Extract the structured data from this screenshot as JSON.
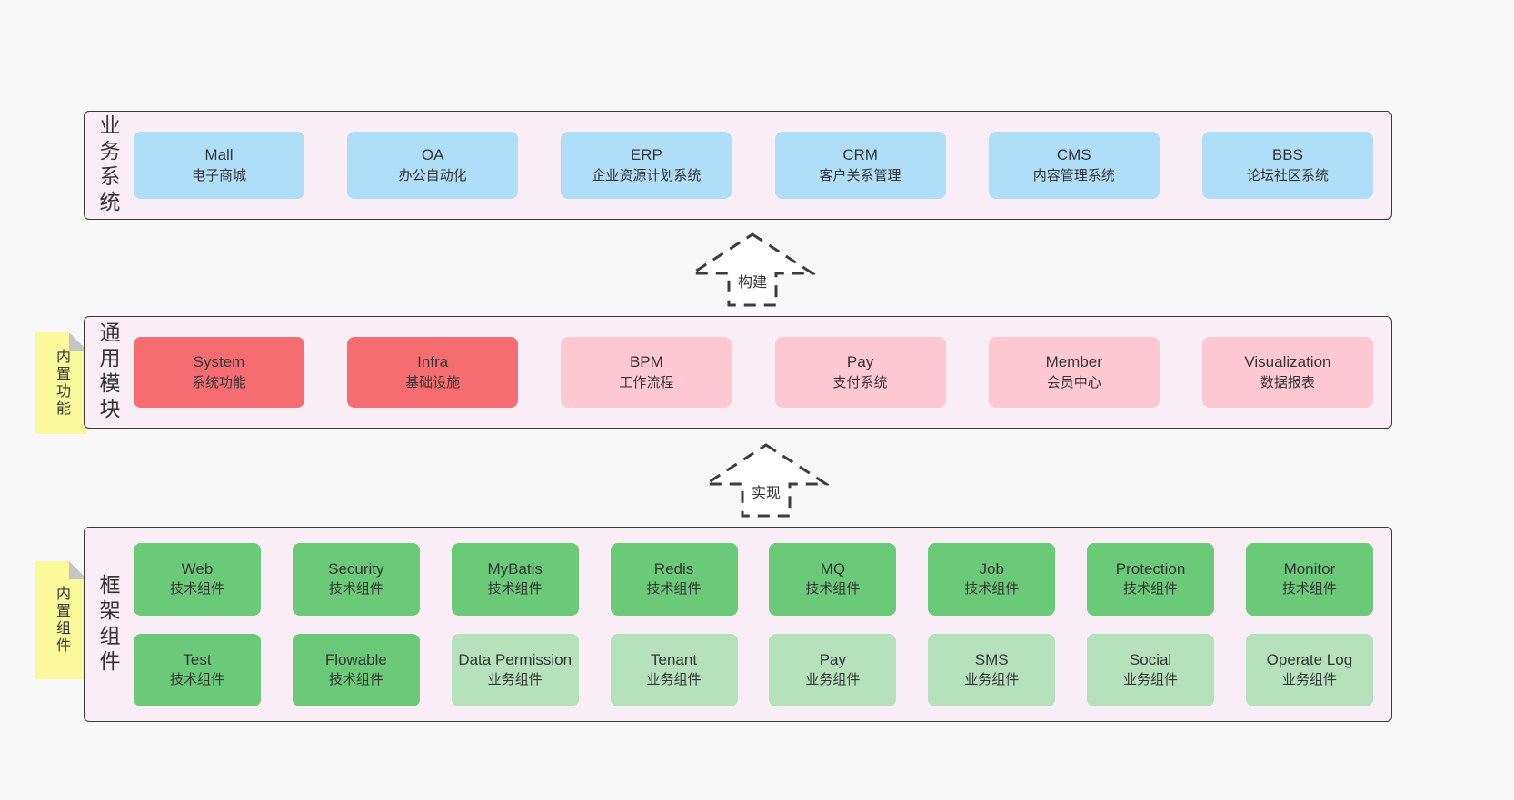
{
  "colors": {
    "page_bg": "#f8f8f8",
    "panel_bg": "#f9edf6",
    "panel_border": "#3b3b3b",
    "blue": "#aedef8",
    "red": "#f56d70",
    "pink": "#ffc8d2",
    "green": "#6aca78",
    "light_green": "#b5e2ba",
    "sticky_yellow": "#fafa9d",
    "fold_gray": "#c5c5c5",
    "text": "#333333"
  },
  "arrows": [
    {
      "label": "构建"
    },
    {
      "label": "实现"
    }
  ],
  "layers": [
    {
      "label": "业务系统",
      "boxes": [
        {
          "name": "Mall",
          "desc": "电子商城",
          "variant": "blue"
        },
        {
          "name": "OA",
          "desc": "办公自动化",
          "variant": "blue"
        },
        {
          "name": "ERP",
          "desc": "企业资源计划系统",
          "variant": "blue"
        },
        {
          "name": "CRM",
          "desc": "客户关系管理",
          "variant": "blue"
        },
        {
          "name": "CMS",
          "desc": "内容管理系统",
          "variant": "blue"
        },
        {
          "name": "BBS",
          "desc": "论坛社区系统",
          "variant": "blue"
        }
      ]
    },
    {
      "label": "通用模块",
      "tab": "内置功能",
      "boxes": [
        {
          "name": "System",
          "desc": "系统功能",
          "variant": "red"
        },
        {
          "name": "Infra",
          "desc": "基础设施",
          "variant": "red"
        },
        {
          "name": "BPM",
          "desc": "工作流程",
          "variant": "pink"
        },
        {
          "name": "Pay",
          "desc": "支付系统",
          "variant": "pink"
        },
        {
          "name": "Member",
          "desc": "会员中心",
          "variant": "pink"
        },
        {
          "name": "Visualization",
          "desc": "数据报表",
          "variant": "pink"
        }
      ]
    },
    {
      "label": "框架组件",
      "tab": "内置组件",
      "row1": [
        {
          "name": "Web",
          "desc": "技术组件",
          "variant": "green"
        },
        {
          "name": "Security",
          "desc": "技术组件",
          "variant": "green"
        },
        {
          "name": "MyBatis",
          "desc": "技术组件",
          "variant": "green"
        },
        {
          "name": "Redis",
          "desc": "技术组件",
          "variant": "green"
        },
        {
          "name": "MQ",
          "desc": "技术组件",
          "variant": "green"
        },
        {
          "name": "Job",
          "desc": "技术组件",
          "variant": "green"
        },
        {
          "name": "Protection",
          "desc": "技术组件",
          "variant": "green"
        },
        {
          "name": "Monitor",
          "desc": "技术组件",
          "variant": "green"
        }
      ],
      "row2": [
        {
          "name": "Test",
          "desc": "技术组件",
          "variant": "green"
        },
        {
          "name": "Flowable",
          "desc": "技术组件",
          "variant": "green"
        },
        {
          "name": "Data Permission",
          "desc": "业务组件",
          "variant": "lightgreen"
        },
        {
          "name": "Tenant",
          "desc": "业务组件",
          "variant": "lightgreen"
        },
        {
          "name": "Pay",
          "desc": "业务组件",
          "variant": "lightgreen"
        },
        {
          "name": "SMS",
          "desc": "业务组件",
          "variant": "lightgreen"
        },
        {
          "name": "Social",
          "desc": "业务组件",
          "variant": "lightgreen"
        },
        {
          "name": "Operate Log",
          "desc": "业务组件",
          "variant": "lightgreen"
        }
      ]
    }
  ]
}
